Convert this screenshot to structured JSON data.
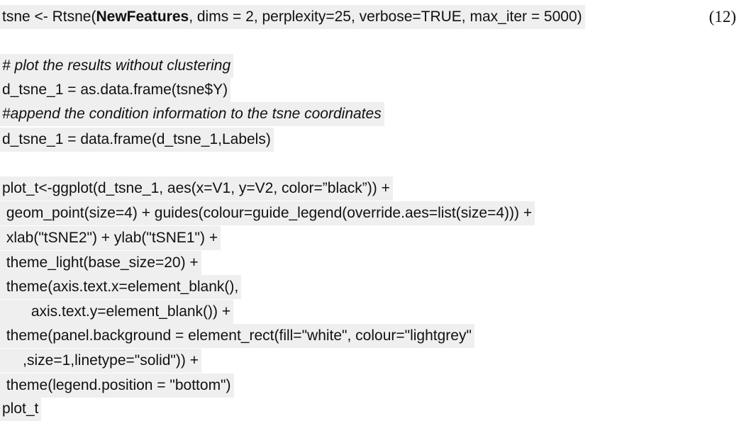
{
  "code": {
    "line1": {
      "prefix": "tsne <- Rtsne(",
      "bold": "NewFeatures",
      "suffix": ", dims = 2, perplexity=25, verbose=TRUE, max_iter = 5000)"
    },
    "equation_number": "(12)",
    "line2": "# plot the results without clustering",
    "line3": "d_tsne_1 = as.data.frame(tsne$Y)",
    "line4": "#append the condition information to the tsne coordinates",
    "line5": "d_tsne_1 = data.frame(d_tsne_1,Labels)",
    "line6": "plot_t<-ggplot(d_tsne_1, aes(x=V1, y=V2, color=”black”)) +",
    "line7": " geom_point(size=4) + guides(colour=guide_legend(override.aes=list(size=4))) +",
    "line8": " xlab(\"tSNE2\") + ylab(\"tSNE1\") +",
    "line9": " theme_light(base_size=20) +",
    "line10": " theme(axis.text.x=element_blank(),",
    "line11": "       axis.text.y=element_blank()) +",
    "line12": " theme(panel.background = element_rect(fill=\"white\", colour=\"lightgrey\"",
    "line13": "     ,size=1,linetype=\"solid\")) +",
    "line14": " theme(legend.position = \"bottom\")",
    "line15": "plot_t"
  }
}
